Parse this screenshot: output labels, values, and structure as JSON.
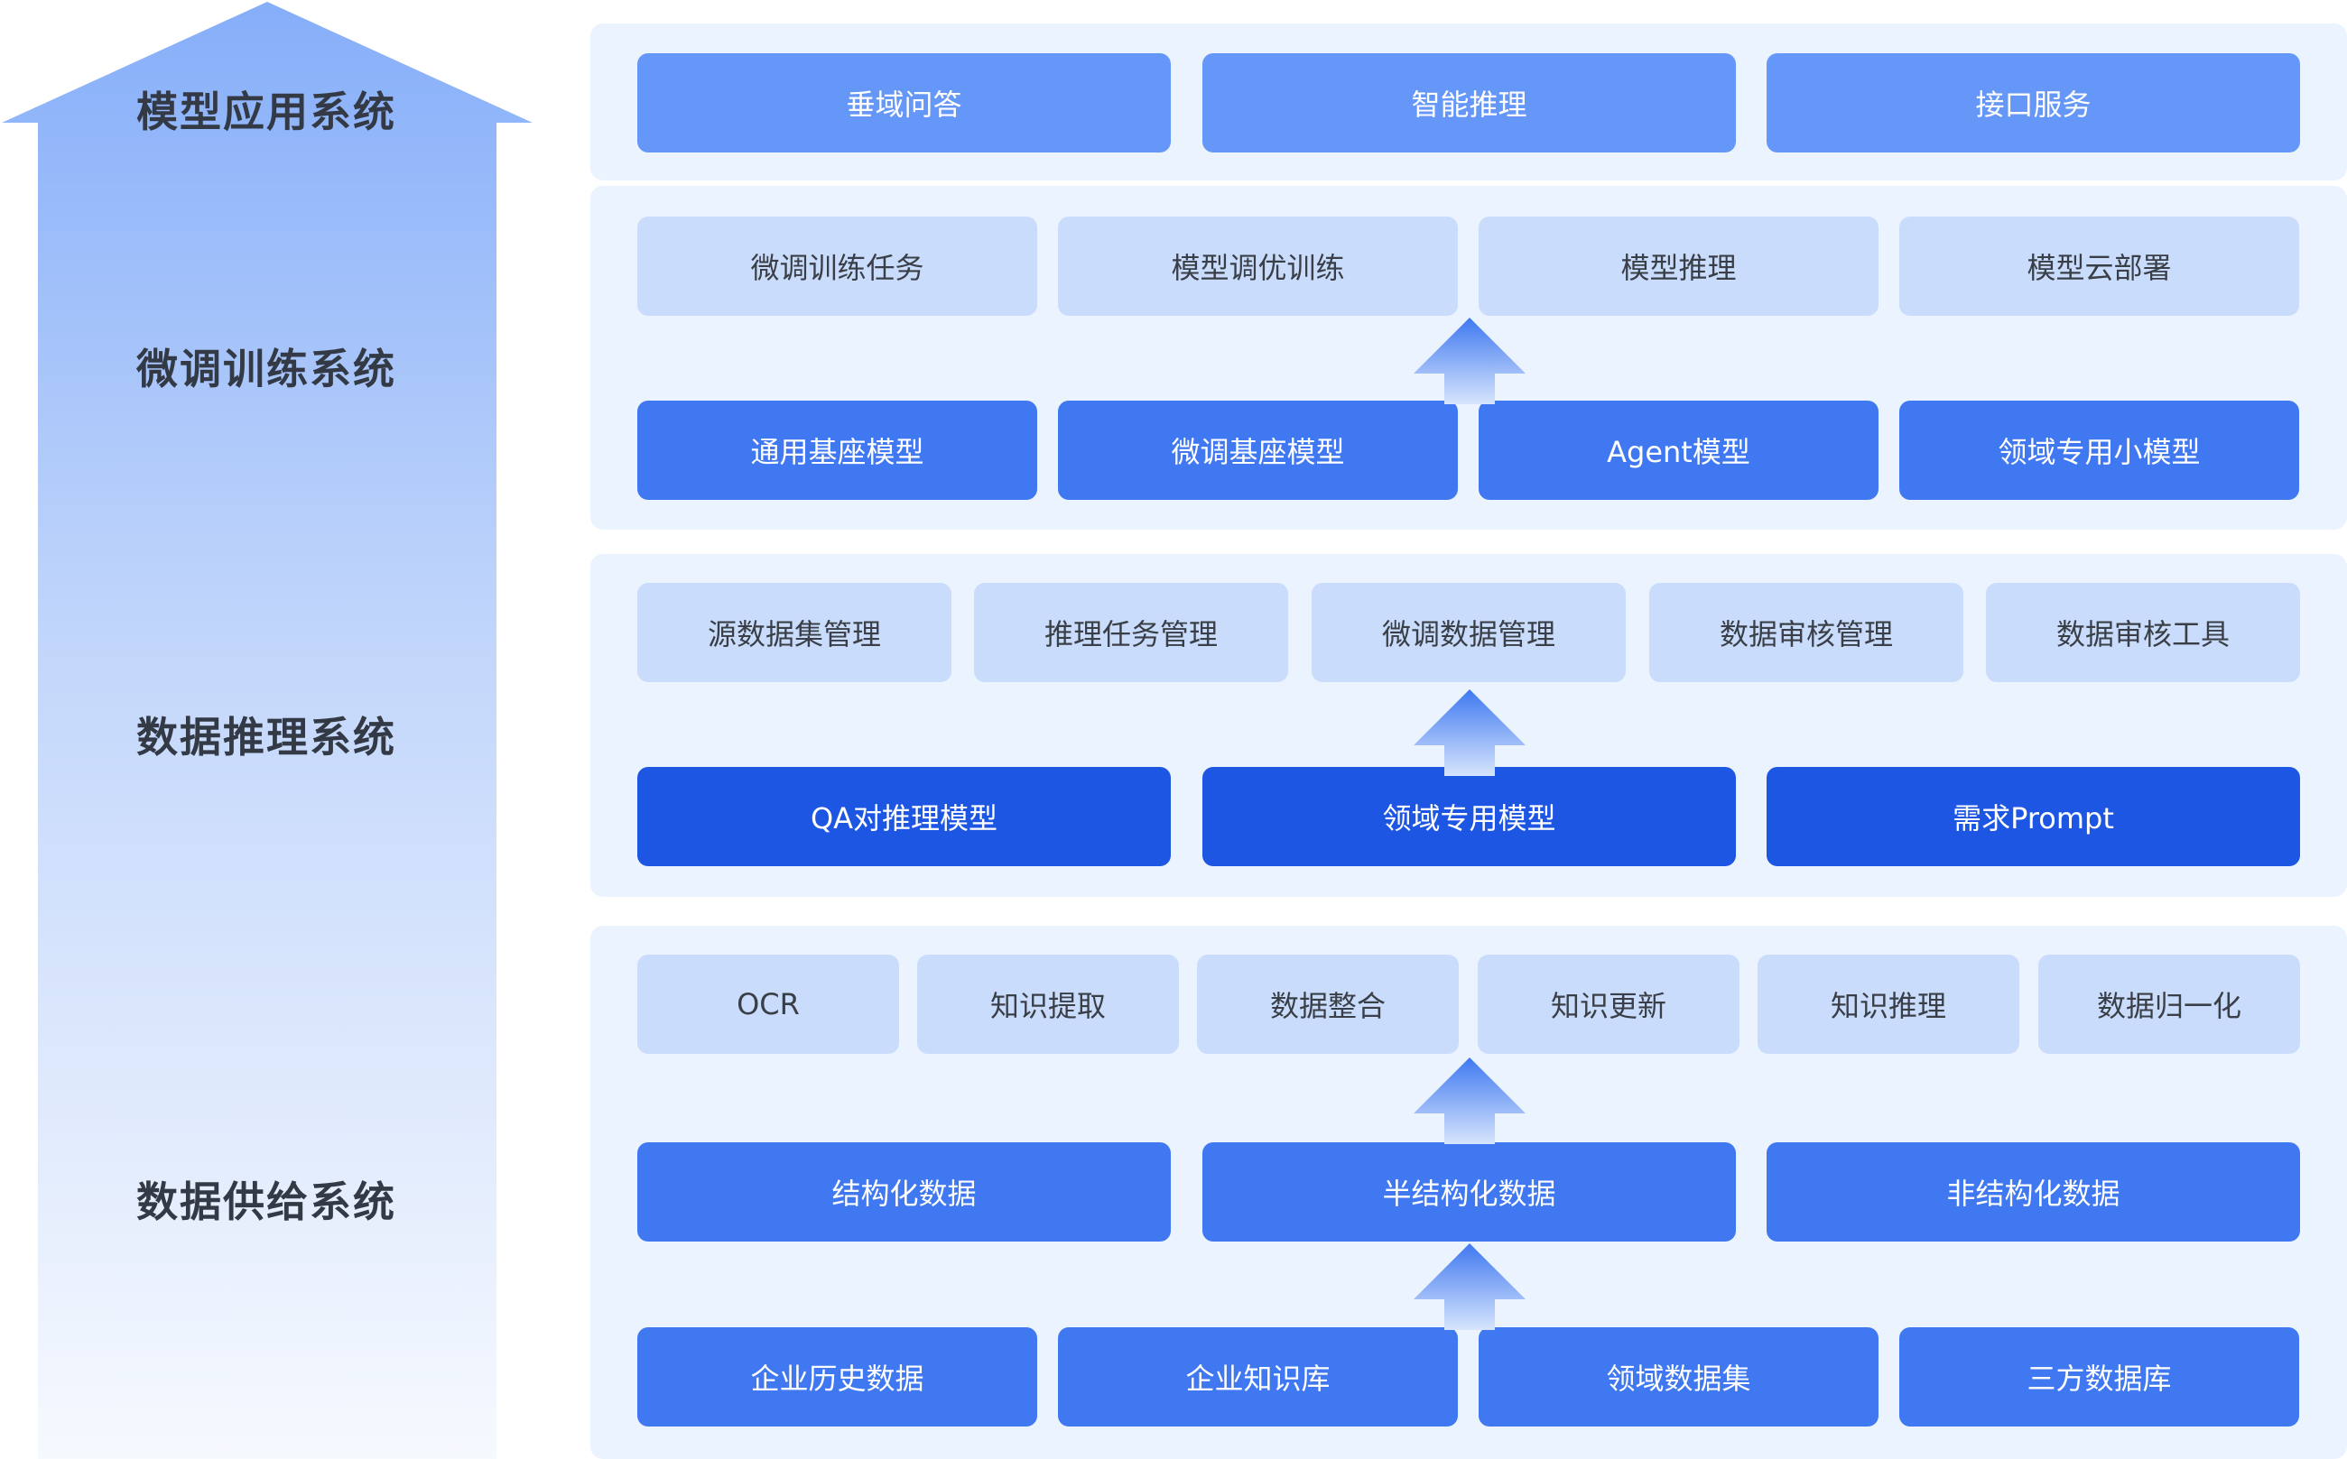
{
  "layers": {
    "app": "模型应用系统",
    "finetune": "微调训练系统",
    "inference": "数据推理系统",
    "supply": "数据供给系统"
  },
  "app_row": [
    "垂域问答",
    "智能推理",
    "接口服务"
  ],
  "finetune_top": [
    "微调训练任务",
    "模型调优训练",
    "模型推理",
    "模型云部署"
  ],
  "finetune_bottom": [
    "通用基座模型",
    "微调基座模型",
    "Agent模型",
    "领域专用小模型"
  ],
  "inference_top": [
    "源数据集管理",
    "推理任务管理",
    "微调数据管理",
    "数据审核管理",
    "数据审核工具"
  ],
  "inference_bottom": [
    "QA对推理模型",
    "领域专用模型",
    "需求Prompt"
  ],
  "supply_top": [
    "OCR",
    "知识提取",
    "数据整合",
    "知识更新",
    "知识推理",
    "数据归一化"
  ],
  "supply_mid": [
    "结构化数据",
    "半结构化数据",
    "非结构化数据"
  ],
  "supply_bottom": [
    "企业历史数据",
    "企业知识库",
    "领域数据集",
    "三方数据库"
  ],
  "colors": {
    "panel": "#ebf3ff",
    "box_app": "#6597f8",
    "box_light": "#c9dcfb",
    "box_mid": "#3f78f0",
    "box_dark": "#1c56e2",
    "arrow_top": "#86aef9",
    "arrow_bottom": "#f5f8fe"
  }
}
